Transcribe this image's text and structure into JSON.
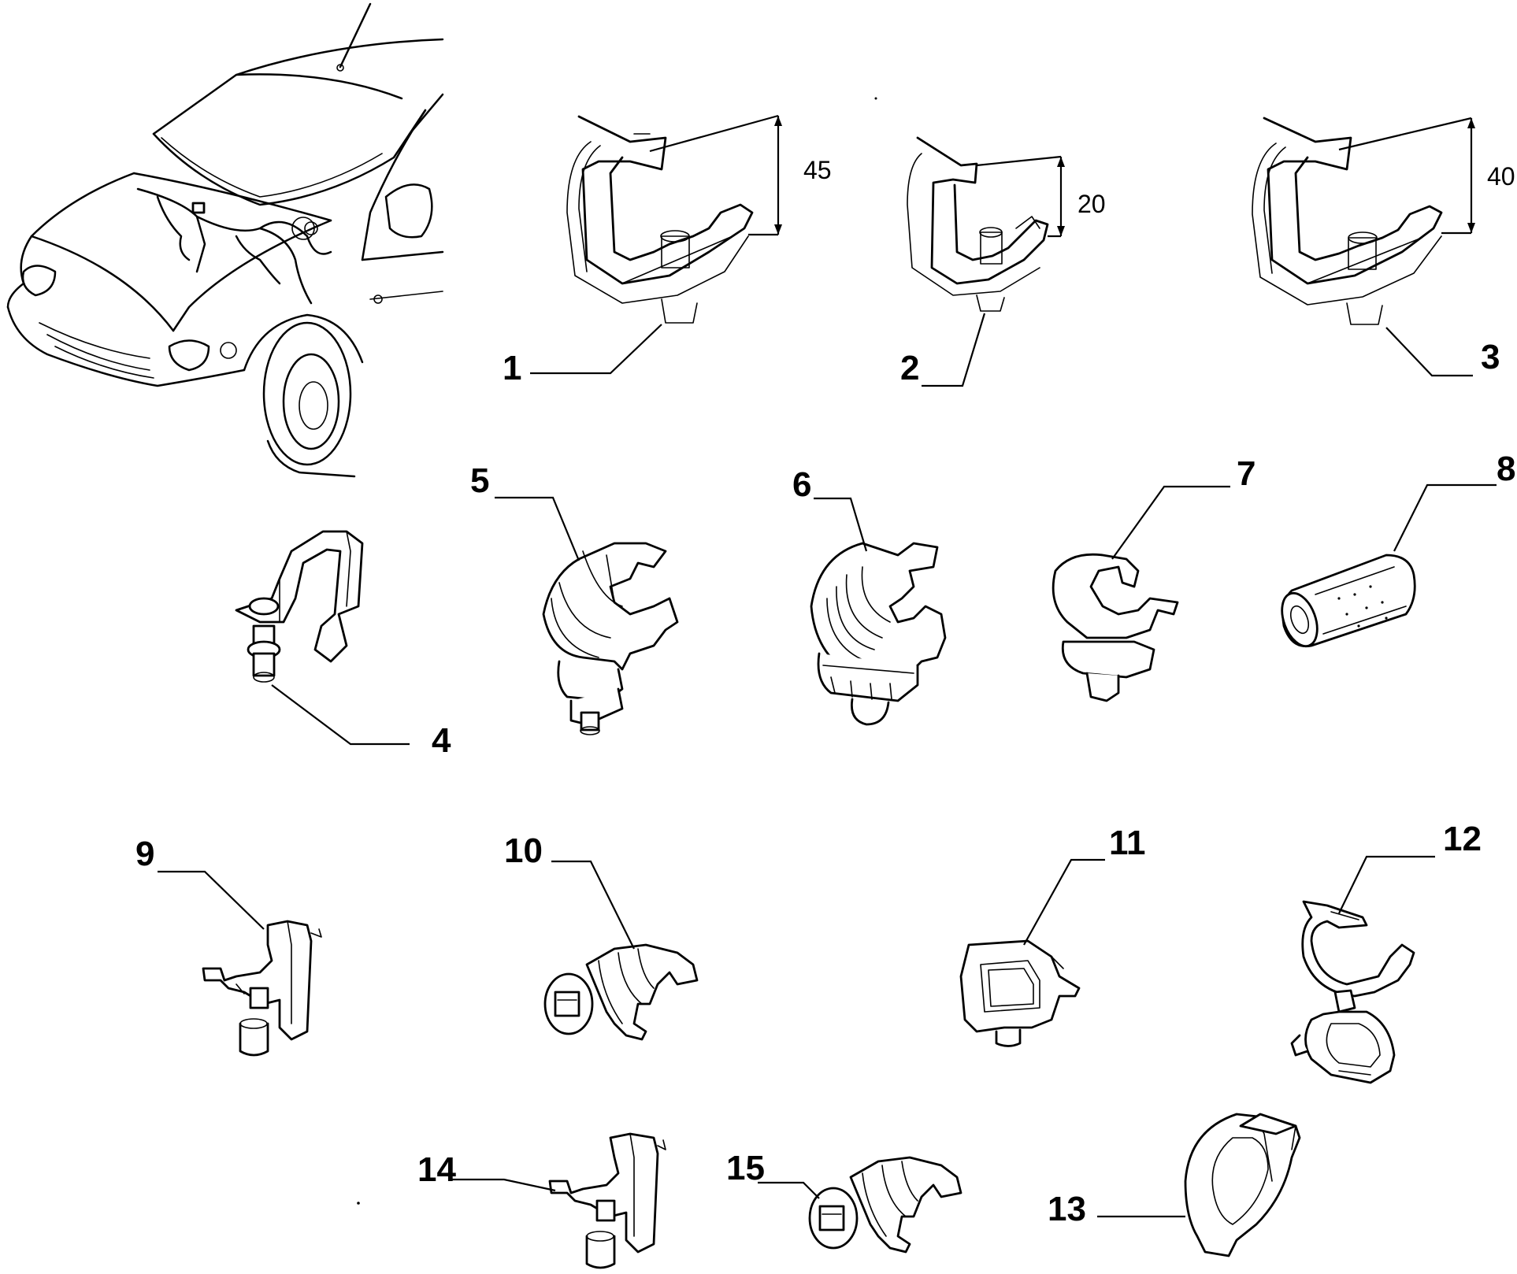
{
  "callouts": {
    "p1": "1",
    "p2": "2",
    "p3": "3",
    "p4": "4",
    "p5": "5",
    "p6": "6",
    "p7": "7",
    "p8": "8",
    "p9": "9",
    "p10": "10",
    "p11": "11",
    "p12": "12",
    "p13": "13",
    "p14": "14",
    "p15": "15"
  },
  "dimensions": {
    "d1": "45",
    "d2": "20",
    "d3": "40"
  }
}
